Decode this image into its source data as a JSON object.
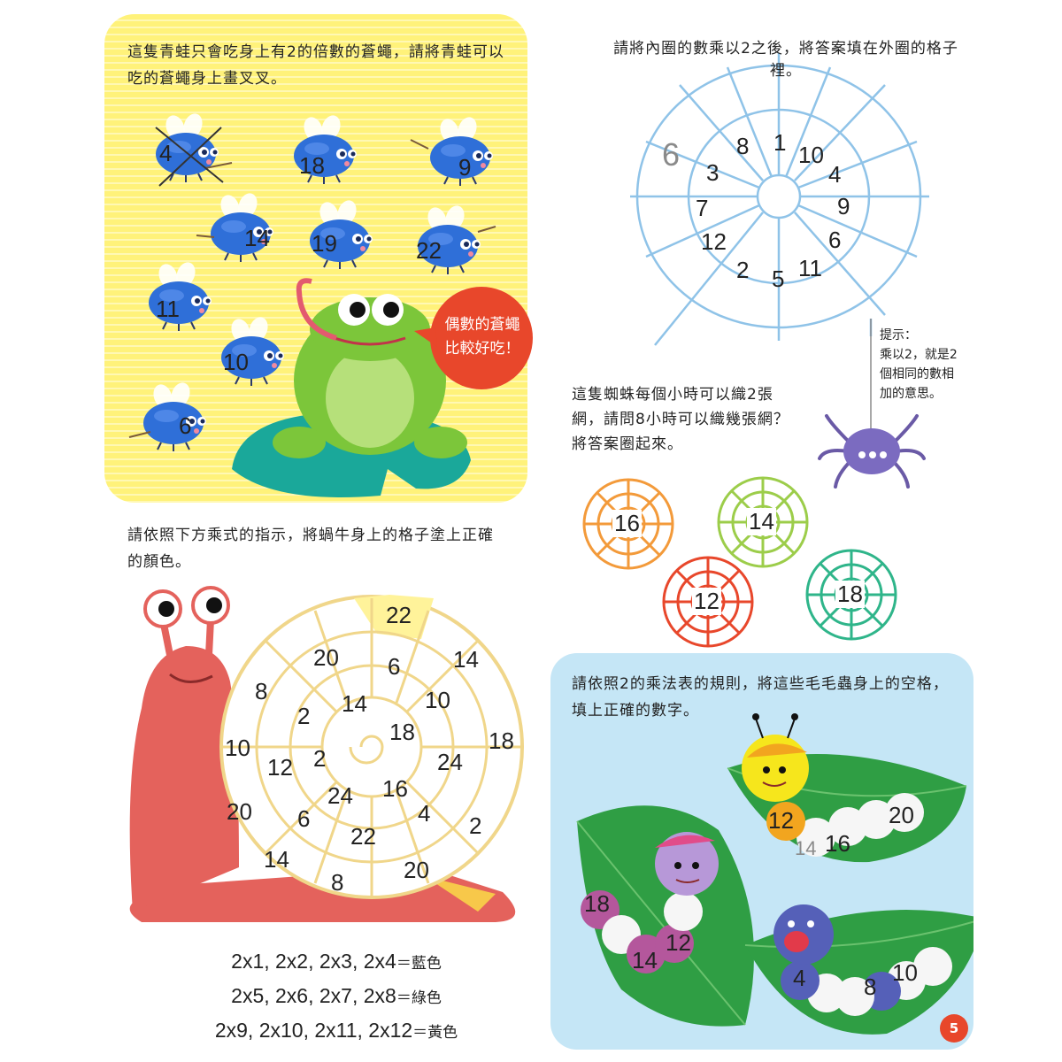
{
  "frog_section": {
    "instruction": [
      "這隻青蛙只會吃身上有2的倍數的蒼蠅，請將青蛙可以",
      "吃的蒼蠅身上畫叉叉。"
    ],
    "flies": [
      "4",
      "18",
      "9",
      "14",
      "19",
      "22",
      "11",
      "10",
      "6"
    ],
    "bubble": [
      "偶數的蒼蠅",
      "比較好吃！"
    ],
    "colors": {
      "panel": "#fff27a",
      "fly": "#2f6fd8",
      "frog": "#7cc63a",
      "lily_pad": "#1aa89a",
      "bubble": "#e8472b"
    },
    "icons": [
      "fly-icon",
      "frog-icon",
      "lily-pad-icon",
      "cross-mark-icon"
    ]
  },
  "web_section": {
    "instruction": "請將內圈的數乘以2之後，將答案填在外圈的格子裡。",
    "example": "6",
    "inner_numbers": [
      "8",
      "1",
      "10",
      "4",
      "9",
      "6",
      "11",
      "5",
      "2",
      "12",
      "7",
      "3"
    ],
    "color": "#8fc3e8",
    "icons": [
      "spider-web-icon"
    ]
  },
  "spider_section": {
    "hint": [
      "提示：",
      "乘以2，就是2",
      "個相同的數相",
      "加的意思。"
    ],
    "instruction": [
      "這隻蜘蛛每個小時可以織2張",
      "網，請問8小時可以織幾張網？",
      "將答案圈起來。"
    ],
    "webs": [
      {
        "value": "16",
        "color": "#f39a3a"
      },
      {
        "value": "14",
        "color": "#9ccd4a"
      },
      {
        "value": "12",
        "color": "#e8472b"
      },
      {
        "value": "18",
        "color": "#2fb58a"
      }
    ],
    "icons": [
      "spider-icon",
      "spider-web-icon"
    ]
  },
  "snail_section": {
    "instruction": [
      "請依照下方乘式的指示，將蝸牛身上的格子塗上正確",
      "的顏色。"
    ],
    "shell_numbers": [
      "22",
      "20",
      "6",
      "14",
      "8",
      "2",
      "14",
      "10",
      "18",
      "10",
      "12",
      "2",
      "18",
      "24",
      "20",
      "6",
      "24",
      "16",
      "4",
      "2",
      "14",
      "22",
      "8",
      "20"
    ],
    "rules": [
      {
        "text": "2x1, 2x2, 2x3, 2x4",
        "color": "＝藍色"
      },
      {
        "text": "2x5, 2x6, 2x7, 2x8",
        "color": "＝綠色"
      },
      {
        "text": "2x9, 2x10, 2x11, 2x12",
        "color": "＝黃色"
      }
    ],
    "colors": {
      "body": "#e4625c",
      "shell_line": "#f0d68a",
      "highlight": "#fff39a"
    },
    "icons": [
      "snail-icon"
    ]
  },
  "caterpillar_section": {
    "instruction": [
      "請依照2的乘法表的規則，將這些毛毛蟲身上的空格，",
      "填上正確的數字。"
    ],
    "top_caterpillar": [
      "12",
      "14",
      "16",
      "20"
    ],
    "middle_caterpillar": [
      "18",
      "14",
      "12"
    ],
    "bottom_caterpillar": [
      "4",
      "8",
      "10"
    ],
    "colors": {
      "panel": "#c5e6f6",
      "leaf": "#2f9e44",
      "orange": "#f2a51f",
      "yellow": "#f6e61c",
      "pink": "#b4579c",
      "blue": "#5560b8"
    },
    "icons": [
      "caterpillar-icon",
      "leaf-icon"
    ]
  },
  "page_number": "5"
}
